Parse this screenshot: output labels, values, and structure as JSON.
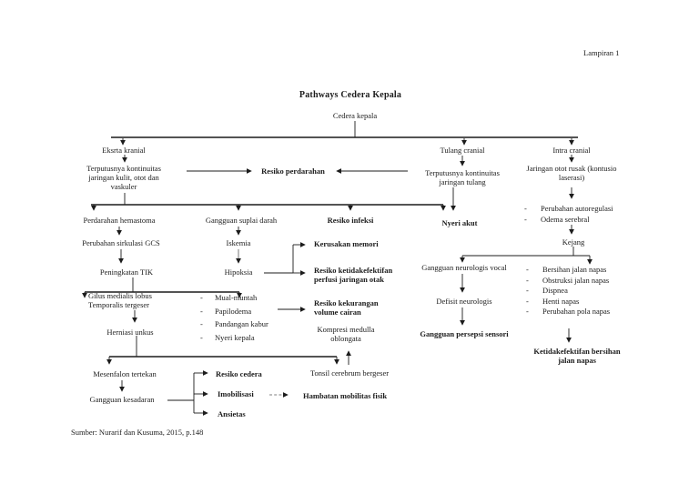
{
  "page": {
    "lampiran": "Lampiran 1",
    "title": "Pathways Cedera Kepala",
    "source": "Sumber: Nurarif dan Kusuma, 2015, p.148"
  },
  "colors": {
    "ink": "#1c1c1c",
    "background": "#ffffff"
  },
  "bullet_char": "-",
  "nodes": {
    "cedera_kepala": "Cedera kepala",
    "ekstra_kranial": "Eksrta kranial",
    "terputus_kulit": "Terputusnya kontinuitas\njaringan kulit, otot dan\nvaskuler",
    "resiko_perdarahan": "Resiko perdarahan",
    "tulang_cranial": "Tulang cranial",
    "terputus_tulang": "Terputusnya kontinuitas\njaringan tulang",
    "intra_cranial": "Intra cranial",
    "jaringan_otot_rusak": "Jaringan otot rusak (kontusio\nlaserasi)",
    "perdarahan_hemastoma": "Perdarahan hemastoma",
    "gangguan_suplai_darah": "Gangguan suplai darah",
    "resiko_infeksi": "Resiko infeksi",
    "nyeri_akut": "Nyeri akut",
    "perubahan_sirkulasi_gcs": "Perubahan sirkulasi GCS",
    "iskemia": "Iskemia",
    "kejang": "Kejang",
    "peningkatan_tik": "Peningkatan TIK",
    "hipoksia": "Hipoksia",
    "kerusakan_memori": "Kerusakan memori",
    "resiko_perfusi": "Resiko ketidakefektifan\nperfusi jaringan otak",
    "gangguan_neurologis_vocal": "Gangguan neurologis vocal",
    "gilus_medialis": "Gilus medialis lobus\nTemporalis tergeser",
    "resiko_volume": "Resiko kekurangan\nvolume cairan",
    "defisit_neurologis": "Defisit neurologis",
    "herniasi_unkus": "Herniasi unkus",
    "kompresi_medulla": "Kompresi medulla\noblongata",
    "gangguan_persepsi": "Gangguan persepsi sensori",
    "ketidakefektifan_bersihan": "Ketidakefektifan bersihan\njalan napas",
    "mesenfalon_tertekan": "Mesenfalon tertekan",
    "tonsil_cerebrum": "Tonsil cerebrum bergeser",
    "gangguan_kesadaran": "Gangguan kesadaran",
    "resiko_cedera": "Resiko cedera",
    "imobilisasi": "Imobilisasi",
    "hambatan_mobilitas": "Hambatan mobilitas fisik",
    "ansietas": "Ansietas"
  },
  "lists": {
    "intra_effects": [
      "Perubahan autoregulasi",
      "Odema serebral"
    ],
    "tik_symptoms": [
      "Mual-muntah",
      "Papilodema",
      "Pandangan kabur",
      "Nyeri kepala"
    ],
    "napas_problems": [
      "Bersihan jalan napas",
      "Obstruksi jalan napas",
      "Dispnea",
      "Henti napas",
      "Perubahan pola napas"
    ]
  }
}
